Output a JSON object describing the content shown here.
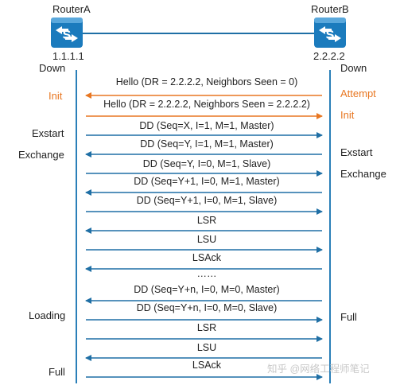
{
  "routers": {
    "a": {
      "name": "RouterA",
      "ip": "1.1.1.1"
    },
    "b": {
      "name": "RouterB",
      "ip": "2.2.2.2"
    }
  },
  "states_a": [
    {
      "text": "Down",
      "highlight": false
    },
    {
      "text": "Init",
      "highlight": true
    },
    {
      "text": "Exstart",
      "highlight": false
    },
    {
      "text": "Exchange",
      "highlight": false
    },
    {
      "text": "Loading",
      "highlight": false
    },
    {
      "text": "Full",
      "highlight": false
    }
  ],
  "states_b": [
    {
      "text": "Down",
      "highlight": false
    },
    {
      "text": "Attempt",
      "highlight": true
    },
    {
      "text": "Init",
      "highlight": true
    },
    {
      "text": "Exstart",
      "highlight": false
    },
    {
      "text": "Exchange",
      "highlight": false
    },
    {
      "text": "Full",
      "highlight": false
    }
  ],
  "messages": [
    {
      "label": "Hello (DR = 2.2.2.2, Neighbors Seen = 0)",
      "direction": "b-to-a",
      "highlight": true
    },
    {
      "label": "Hello (DR = 2.2.2.2, Neighbors Seen = 2.2.2.2)",
      "direction": "a-to-b",
      "highlight": true
    },
    {
      "label": "DD (Seq=X, I=1, M=1, Master)",
      "direction": "a-to-b",
      "highlight": false
    },
    {
      "label": "DD (Seq=Y, I=1, M=1, Master)",
      "direction": "b-to-a",
      "highlight": false
    },
    {
      "label": "DD (Seq=Y, I=0, M=1, Slave)",
      "direction": "a-to-b",
      "highlight": false
    },
    {
      "label": "DD (Seq=Y+1, I=0, M=1, Master)",
      "direction": "b-to-a",
      "highlight": false
    },
    {
      "label": "DD (Seq=Y+1, I=0, M=1, Slave)",
      "direction": "a-to-b",
      "highlight": false
    },
    {
      "label": "LSR",
      "direction": "b-to-a",
      "highlight": false
    },
    {
      "label": "LSU",
      "direction": "a-to-b",
      "highlight": false
    },
    {
      "label": "LSAck",
      "direction": "b-to-a",
      "highlight": false
    },
    {
      "label": "……",
      "direction": "none",
      "highlight": false
    },
    {
      "label": "DD (Seq=Y+n, I=0, M=0, Master)",
      "direction": "b-to-a",
      "highlight": false
    },
    {
      "label": "DD (Seq=Y+n, I=0, M=0, Slave)",
      "direction": "a-to-b",
      "highlight": false
    },
    {
      "label": "LSR",
      "direction": "a-to-b",
      "highlight": false
    },
    {
      "label": "LSU",
      "direction": "b-to-a",
      "highlight": false
    },
    {
      "label": "LSAck",
      "direction": "a-to-b",
      "highlight": false
    }
  ],
  "watermark": "知乎 @网络工程师笔记",
  "colors": {
    "arrow": "#1f6fa5",
    "highlight": "#e87722",
    "router_body": "#1b7bbd",
    "router_link": "#1f6fa5",
    "timeline": "#2a7fb8"
  },
  "icons": {
    "router": "router-icon"
  }
}
